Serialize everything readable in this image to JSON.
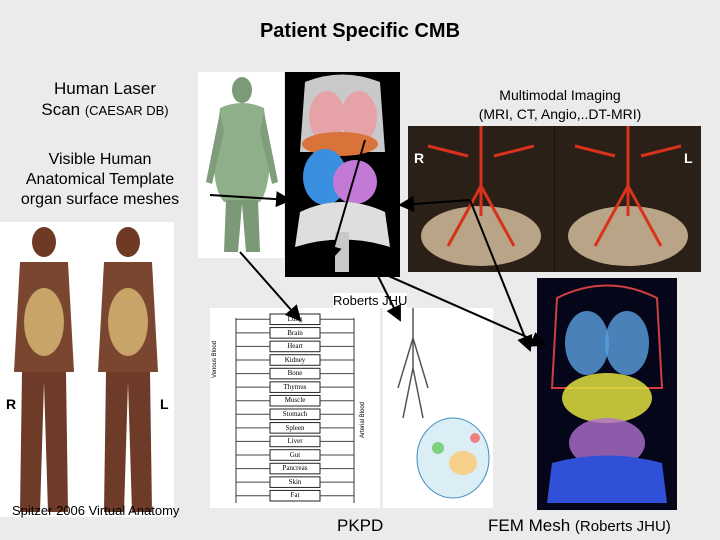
{
  "slide": {
    "title": "Patient Specific CMB",
    "laser_scan": {
      "line1": "Human Laser",
      "line2": "Scan",
      "source": "(CAESAR DB)"
    },
    "imaging": {
      "line1": "Multimodal Imaging",
      "line2": "(MRI, CT, Angio,..DT-MRI)"
    },
    "visible_human": {
      "line1": "Visible Human",
      "line2": "Anatomical Template",
      "line3": "organ surface meshes"
    },
    "spitzer": "Spitzer 2006 Virtual Anatomy",
    "roberts": "Roberts JHU",
    "pkpd": "PKPD",
    "fem": {
      "main": "FEM Mesh",
      "paren": "(Roberts JHU)"
    },
    "mri_left_marker": "R",
    "mri_right_marker": "L",
    "anat_left_marker": "R",
    "anat_right_marker": "L",
    "pbpk_nodes": [
      "Lung",
      "Brain",
      "Heart",
      "Kidney",
      "Bone",
      "Thymus",
      "Muscle",
      "Stomach",
      "Spleen",
      "Liver",
      "Gut",
      "Pancreas",
      "Skin",
      "Fat"
    ],
    "pbpk_left_axis": "Venous Blood",
    "pbpk_right_axis": "Arterial Blood"
  }
}
